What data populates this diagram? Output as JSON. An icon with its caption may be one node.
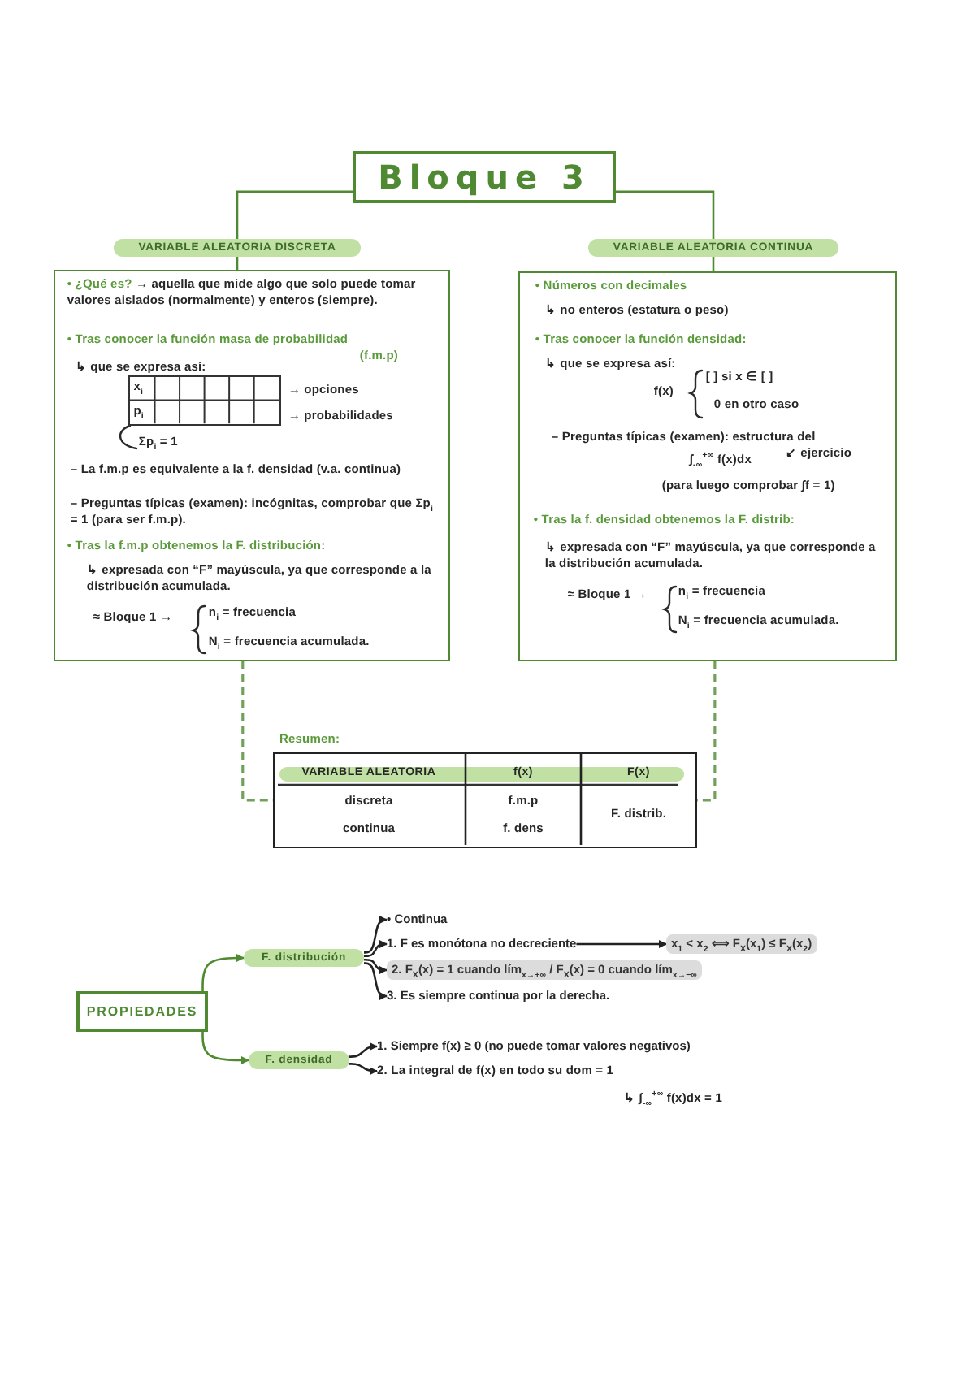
{
  "diagram": {
    "nodes": [
      {
        "text": [
          "Bloque 3"
        ]
      },
      {
        "text": [
          "VARIABLE ALEATORIA DISCRETA"
        ]
      },
      {
        "text": [
          "VARIABLE ALEATORIA CONTINUA"
        ]
      },
      {
        "text": [
          "**• ¿Qué es?** → aquella que mide algo que solo puede tomar valores aislados (normalmente) y enteros (siempre).",
          "• Tras conocer la función masa de probabilidad",
          "(f.m.p)",
          "↳ que se expresa así:",
          "Σp$_{i}$ = 1",
          "– La f.m.p es equivalente a la f. densidad (v.a. continua)",
          "– Preguntas típicas (examen): incógnitas, comprobar que Σp$_{i}$ = 1 (para ser f.m.p).",
          "• Tras la f.m.p obtenemos la F. distribución:",
          "↳ expresada con “F” mayúscula, ya que corresponde a la distribución acumulada.",
          "≈ Bloque 1 →",
          "n$_{i}$ = frecuencia",
          "N$_{i}$ = frecuencia acumulada."
        ]
      },
      {
        "text": [
          "x$_{i}$",
          "p$_{i}$"
        ],
        "in": 3,
        "beside": [
          "→ opciones",
          "→ probabilidades"
        ]
      },
      {
        "text": [
          "• Números con decimales",
          "↳ no enteros (estatura o peso)",
          "• Tras conocer la función densidad:",
          "↳ que se expresa así:",
          "f(x)",
          "[ ] si x ∈ [ ]",
          "0 en otro caso",
          "– Preguntas típicas (examen): estructura del",
          "∫$_{-∞}$$^{+∞}$ f(x)dx",
          "↙ ejercicio",
          "(para luego comprobar ∫f = 1)",
          "• Tras la f. densidad obtenemos la F. distrib:",
          "↳ expresada con “F” mayúscula, ya que corresponde a la distribución acumulada.",
          "≈ Bloque 1 →",
          "n$_{i}$ = frecuencia",
          "N$_{i}$ = frecuencia acumulada."
        ]
      },
      {
        "text": [
          "Resumen:",
          "VARIABLE ALEATORIA",
          "f(x)",
          "F(x)",
          "discreta",
          "f.m.p",
          "F. distrib.",
          "continua",
          "f. dens"
        ]
      },
      {
        "text": [
          "PROPIEDADES"
        ]
      },
      {
        "text": [
          "F. distribución"
        ]
      },
      {
        "text": [
          "F. densidad"
        ]
      },
      {
        "text": [
          "• Continua"
        ]
      },
      {
        "text": [
          "1. F es monótona no decreciente"
        ]
      },
      {
        "text": [
          "x$_{1}$ < x$_{2}$ ⟺ F$_{X}$(x$_{1}$) ≤ F$_{X}$(x$_{2}$)"
        ]
      },
      {
        "text": [
          "2. F$_{X}$(x) = 1 cuando lím$_{x→+∞}$ / F$_{X}$(x) = 0 cuando lím$_{x→−∞}$"
        ]
      },
      {
        "text": [
          "3. Es siempre continua por la derecha."
        ]
      },
      {
        "text": [
          "1. Siempre f(x) ≥ 0 (no puede tomar valores negativos)"
        ]
      },
      {
        "text": [
          "2. La integral de f(x) en todo su dom = 1",
          "↳ ∫$_{-∞}$$^{+∞}$ f(x)dx = 1"
        ]
      }
    ],
    "edges": [
      {
        "from": 0,
        "to": 1,
        "arrow": "none"
      },
      {
        "from": 0,
        "to": 2,
        "arrow": "none"
      },
      {
        "from": 1,
        "to": 3,
        "arrow": "none"
      },
      {
        "from": 2,
        "to": 5,
        "arrow": "none"
      },
      {
        "from": 3,
        "to": 6,
        "arrow": "none",
        "style": "dashed"
      },
      {
        "from": 5,
        "to": 6,
        "arrow": "none",
        "style": "dashed"
      },
      {
        "from": 7,
        "to": 8,
        "arrow": "to"
      },
      {
        "from": 7,
        "to": 9,
        "arrow": "to"
      },
      {
        "from": 8,
        "to": 10,
        "arrow": "to",
        "color": "#222222"
      },
      {
        "from": 8,
        "to": 11,
        "arrow": "to",
        "color": "#222222"
      },
      {
        "from": 8,
        "to": 13,
        "arrow": "to",
        "color": "#222222"
      },
      {
        "from": 8,
        "to": 14,
        "arrow": "to",
        "color": "#222222"
      },
      {
        "from": 11,
        "to": 12,
        "arrow": "to",
        "color": "#222222"
      },
      {
        "from": 9,
        "to": 15,
        "arrow": "to",
        "color": "#222222"
      },
      {
        "from": 9,
        "to": 16,
        "arrow": "to",
        "color": "#222222"
      }
    ]
  }
}
